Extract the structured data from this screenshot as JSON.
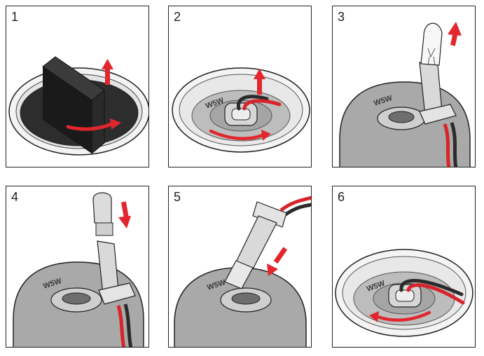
{
  "steps": [
    {
      "number": "1"
    },
    {
      "number": "2",
      "label": "W5W"
    },
    {
      "number": "3",
      "label": "W5W"
    },
    {
      "number": "4",
      "label": "W5W"
    },
    {
      "number": "5",
      "label": "W5W"
    },
    {
      "number": "6",
      "label": "W5W"
    }
  ],
  "colors": {
    "arrow": "#e1262d",
    "wire_red": "#d8232a",
    "wire_black": "#2b2b2b",
    "housing": "#a9a9a9",
    "socket": "#d6d6d6",
    "knob": "#1a1a1a",
    "outline": "#222222"
  }
}
